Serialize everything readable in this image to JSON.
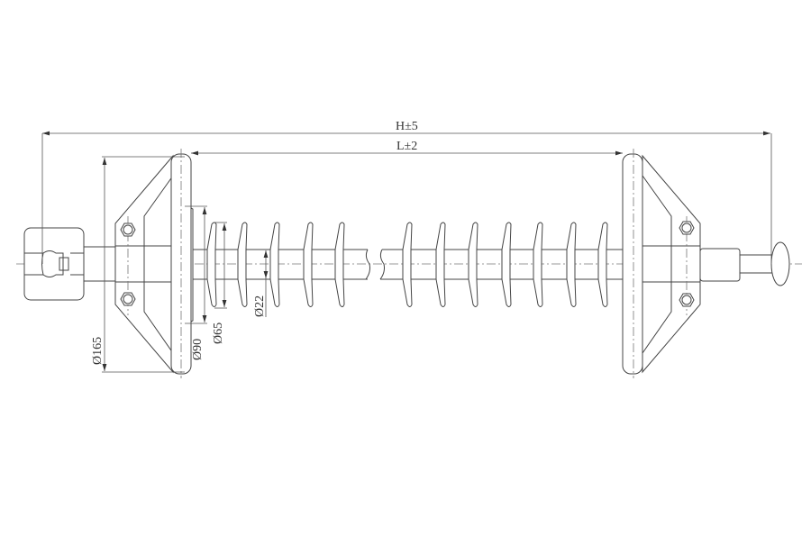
{
  "drawing": {
    "dimensions": {
      "overall_length": "H±5",
      "section_length": "L±2",
      "flange_diameter": "Ø165",
      "large_shed_diameter": "Ø90",
      "shed_diameter": "Ø65",
      "core_diameter": "Ø22"
    },
    "colors": {
      "line": "#444444",
      "background": "#ffffff"
    }
  }
}
